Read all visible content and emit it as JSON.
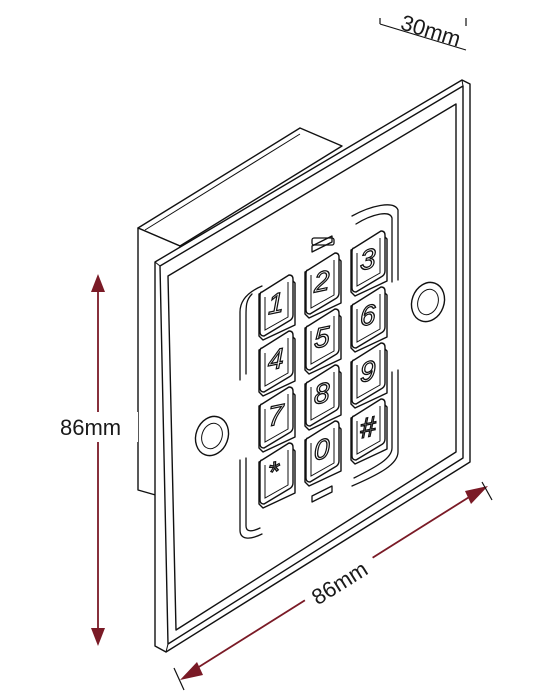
{
  "dimensions": {
    "depth": "30mm",
    "height": "86mm",
    "width": "86mm"
  },
  "colors": {
    "dimension_line": "#7a1a26",
    "outline": "#111111",
    "background": "#ffffff"
  },
  "keypad": {
    "keys": [
      {
        "label": "1"
      },
      {
        "label": "2"
      },
      {
        "label": "3"
      },
      {
        "label": "4"
      },
      {
        "label": "5"
      },
      {
        "label": "6"
      },
      {
        "label": "7"
      },
      {
        "label": "8"
      },
      {
        "label": "9"
      },
      {
        "label": "*"
      },
      {
        "label": "0"
      },
      {
        "label": "#"
      }
    ]
  },
  "icons": {
    "mount_hole": "screw-hole-icon"
  }
}
